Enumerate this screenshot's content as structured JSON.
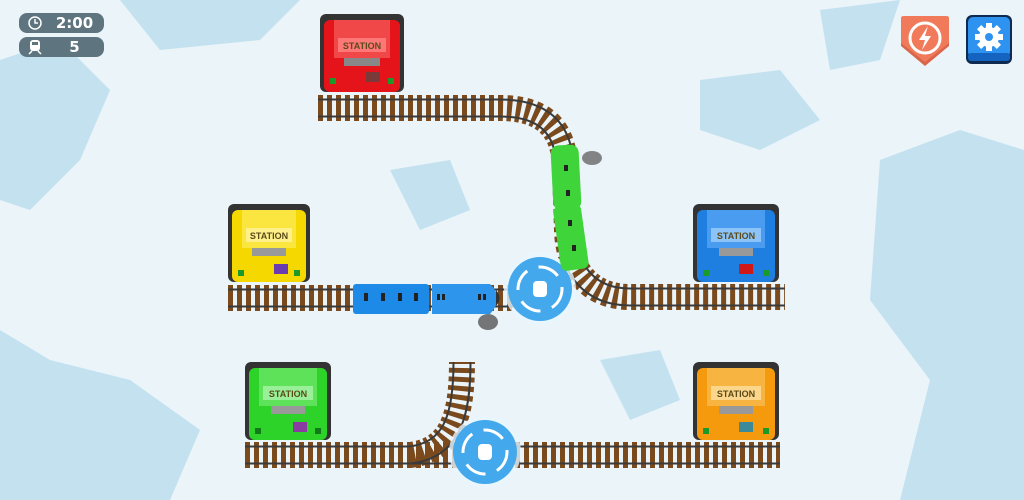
{
  "hud": {
    "timer": "2:00",
    "trains_remaining": "5",
    "timer_icon": "clock-icon",
    "train_count_icon": "train-icon"
  },
  "buttons": {
    "boost_icon": "lightning-bolt-icon",
    "settings_icon": "gear-icon"
  },
  "stations": [
    {
      "color_name": "red",
      "label": "STATION",
      "color": "#e5141b"
    },
    {
      "color_name": "yellow",
      "label": "STATION",
      "color": "#f5d800"
    },
    {
      "color_name": "blue",
      "label": "STATION",
      "color": "#1e7fe0"
    },
    {
      "color_name": "green",
      "label": "STATION",
      "color": "#2ed32a"
    },
    {
      "color_name": "orange",
      "label": "STATION",
      "color": "#f59a0c"
    }
  ],
  "trains": [
    {
      "color_name": "green",
      "color": "#3ed43a"
    },
    {
      "color_name": "blue",
      "color": "#1e8ae8"
    }
  ],
  "switches": [
    {
      "name": "upper-junction-switch"
    },
    {
      "name": "lower-junction-switch"
    }
  ],
  "colors": {
    "background": "#eaf4f9",
    "ice": "#bfe0ef",
    "track_ties": "#7a4a1c",
    "rails": "#3a3a3a",
    "switch": "#43a9ec",
    "boost_button": "#f07a5a",
    "settings_button": "#2e93f0"
  }
}
